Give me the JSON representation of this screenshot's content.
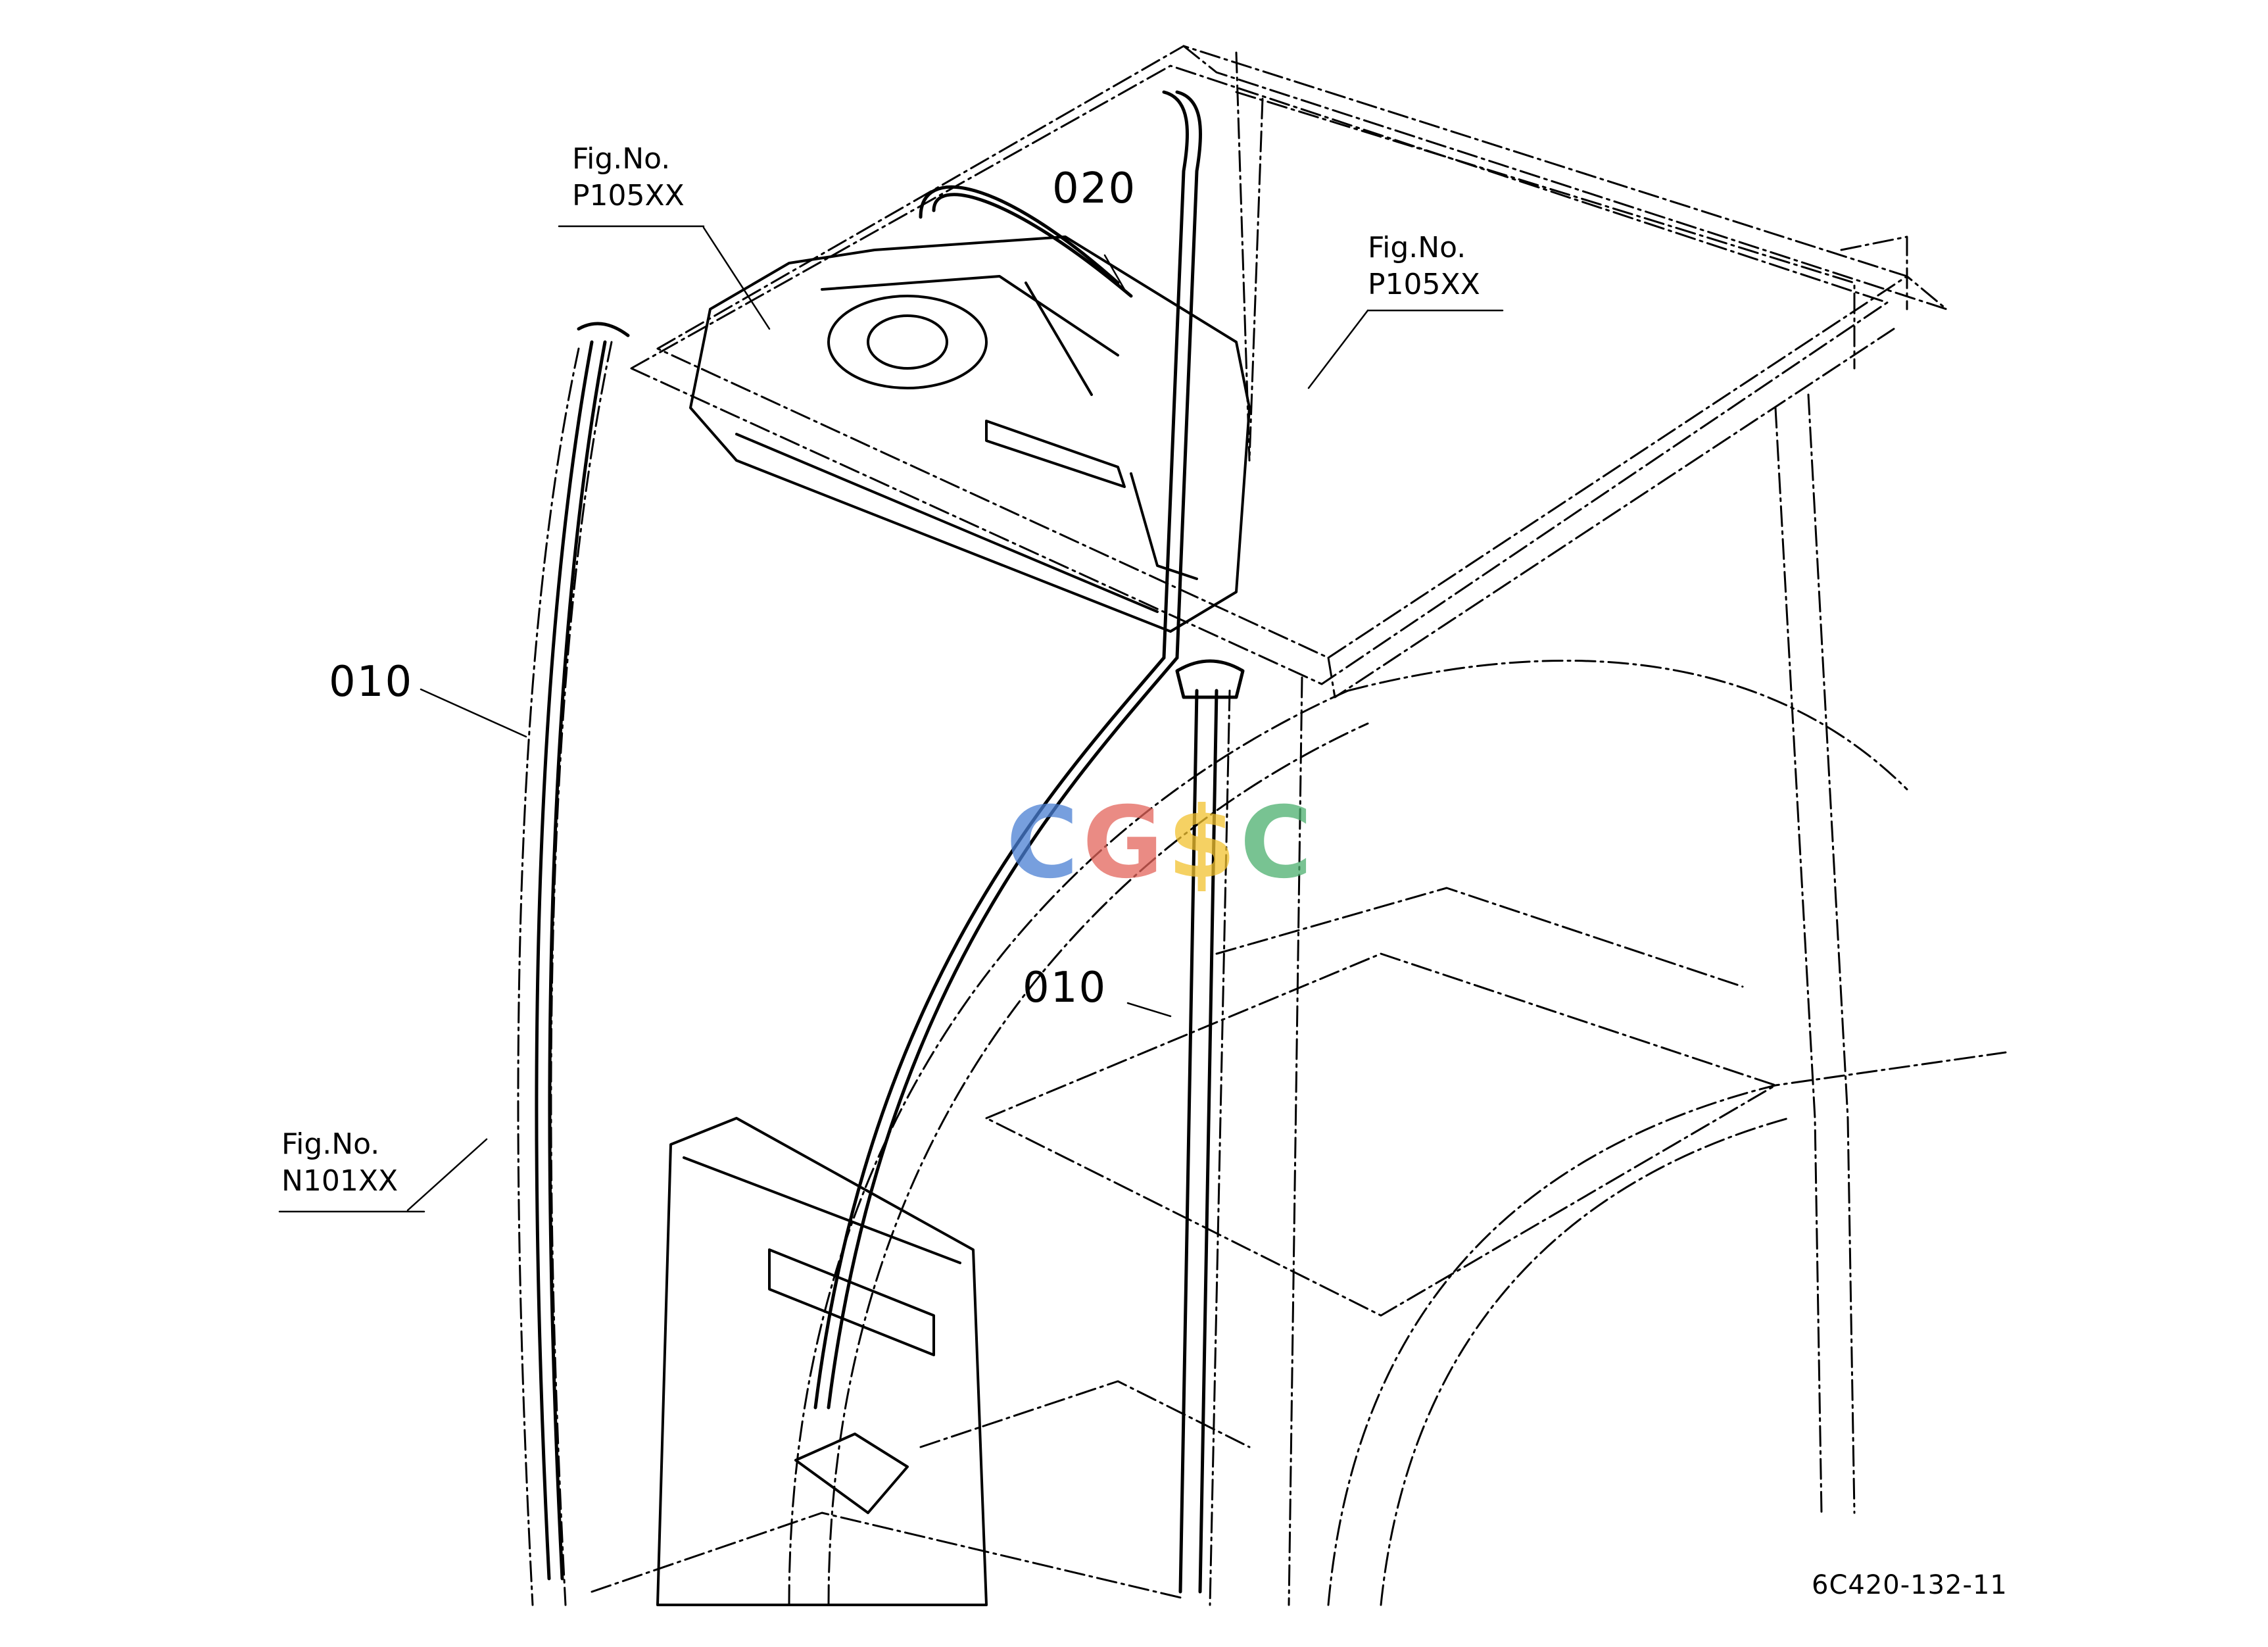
{
  "callouts": {
    "fig_ref_top_left": [
      "Fig.No.",
      "P105XX"
    ],
    "fig_ref_top_right": [
      "Fig.No.",
      "P105XX"
    ],
    "fig_ref_bottom_left": [
      "Fig.No.",
      "N101XX"
    ],
    "part_020": "020",
    "part_010_left": "010",
    "part_010_center": "010"
  },
  "figure_code": "6C420-132-11",
  "watermark": {
    "letters": [
      "C",
      "G",
      "$",
      "C"
    ],
    "colors": [
      "#4a7fd4",
      "#e3655b",
      "#f2c230",
      "#4caf6e"
    ]
  }
}
